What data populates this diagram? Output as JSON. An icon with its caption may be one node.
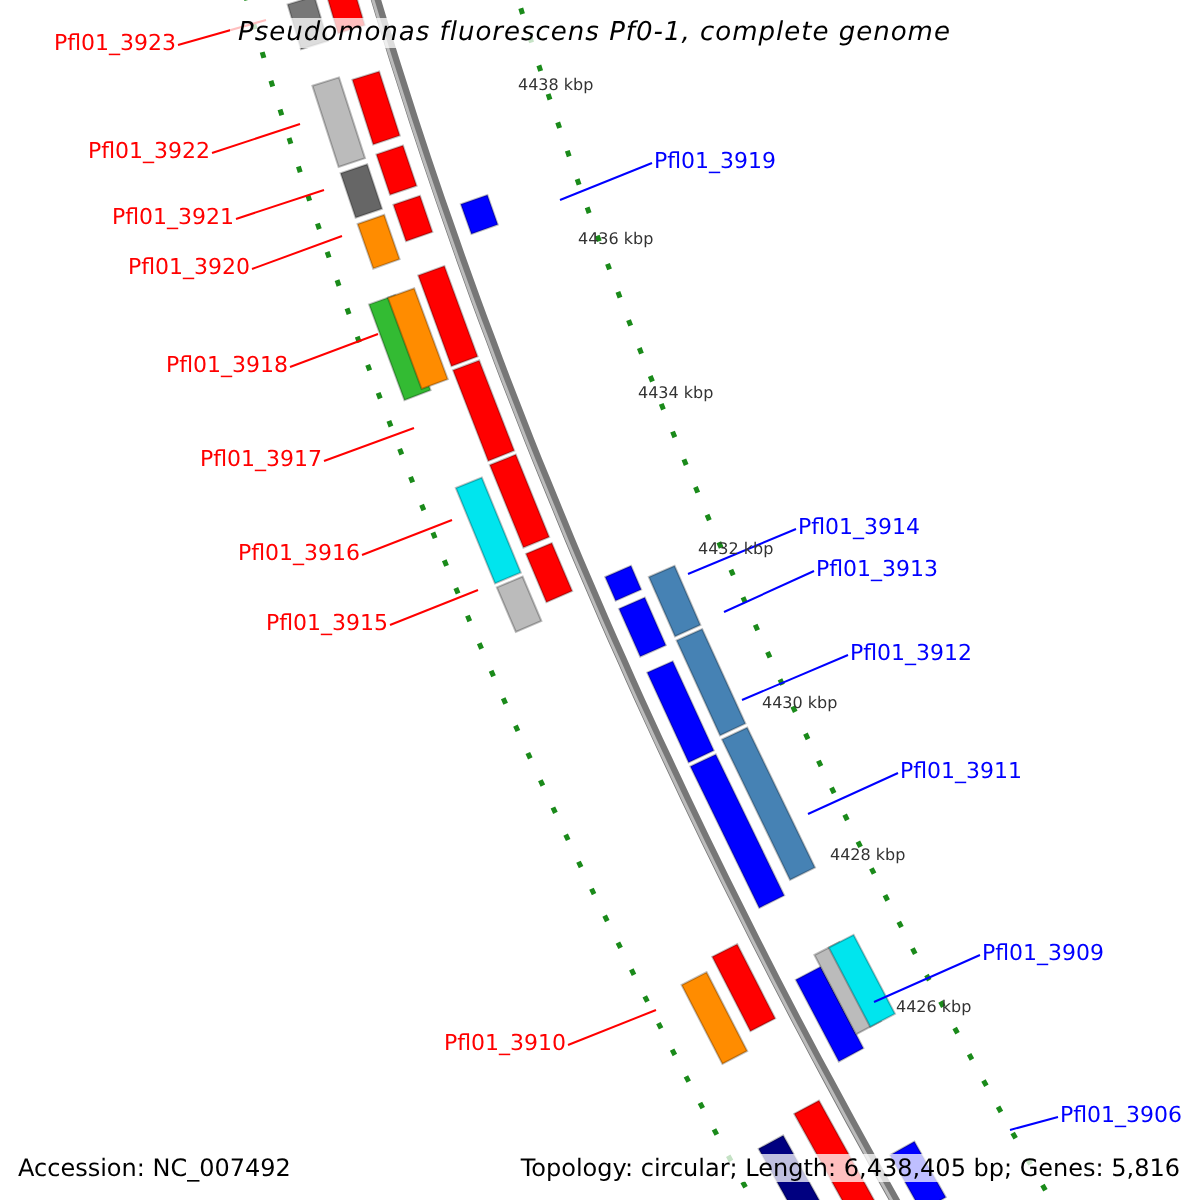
{
  "diagram": {
    "title": "Pseudomonas fluorescens Pf0-1, complete genome",
    "nodes": [
      {
        "text": [
          "Pfl01_3923"
        ]
      },
      {
        "text": [
          "Pfl01_3922"
        ]
      },
      {
        "text": [
          "Pfl01_3921"
        ]
      },
      {
        "text": [
          "Pfl01_3920"
        ]
      },
      {
        "text": [
          "Pfl01_3918"
        ]
      },
      {
        "text": [
          "Pfl01_3917"
        ]
      },
      {
        "text": [
          "Pfl01_3916"
        ]
      },
      {
        "text": [
          "Pfl01_3915"
        ]
      },
      {
        "text": [
          "Pfl01_3910"
        ]
      },
      {
        "text": [
          "Pfl01_3919"
        ]
      },
      {
        "text": [
          "Pfl01_3914"
        ]
      },
      {
        "text": [
          "Pfl01_3913"
        ]
      },
      {
        "text": [
          "Pfl01_3912"
        ]
      },
      {
        "text": [
          "Pfl01_3911"
        ]
      },
      {
        "text": [
          "Pfl01_3909"
        ]
      },
      {
        "text": [
          "Pfl01_3906"
        ]
      }
    ],
    "edges": [
      {
        "from": 0,
        "to": null,
        "arrow": "none"
      },
      {
        "from": 1,
        "to": null,
        "arrow": "none"
      },
      {
        "from": 2,
        "to": null,
        "arrow": "none"
      },
      {
        "from": 3,
        "to": null,
        "arrow": "none"
      },
      {
        "from": 4,
        "to": null,
        "arrow": "none"
      },
      {
        "from": 5,
        "to": null,
        "arrow": "none"
      },
      {
        "from": 6,
        "to": null,
        "arrow": "none"
      },
      {
        "from": 7,
        "to": null,
        "arrow": "none"
      },
      {
        "from": 8,
        "to": null,
        "arrow": "none"
      },
      {
        "from": 9,
        "to": null,
        "arrow": "none",
        "color": "#0000ff"
      },
      {
        "from": 10,
        "to": null,
        "arrow": "none",
        "color": "#0000ff"
      },
      {
        "from": 11,
        "to": null,
        "arrow": "none",
        "color": "#0000ff"
      },
      {
        "from": 12,
        "to": null,
        "arrow": "none",
        "color": "#0000ff"
      },
      {
        "from": 13,
        "to": null,
        "arrow": "none",
        "color": "#0000ff"
      },
      {
        "from": 14,
        "to": null,
        "arrow": "none",
        "color": "#0000ff"
      },
      {
        "from": 15,
        "to": null,
        "arrow": "none",
        "color": "#0000ff"
      }
    ],
    "labels": [
      "4438 kbp",
      "4436 kbp",
      "4434 kbp",
      "4432 kbp",
      "4430 kbp",
      "4428 kbp",
      "4426 kbp",
      "Accession: NC_007492",
      "Topology: circular; Length: 6,438,405 bp; Genes: 5,816"
    ]
  }
}
